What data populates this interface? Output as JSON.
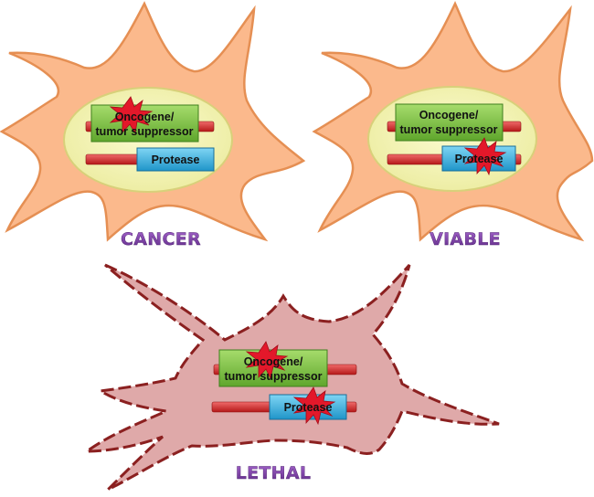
{
  "colors": {
    "viable_cell_fill": "#fbb98c",
    "viable_cell_stroke": "#e58f53",
    "nucleus_fill": "#f3f2a2",
    "lethal_cell_fill": "#d99a9a",
    "lethal_cell_stroke": "#8b2020",
    "chromosome_bar": "#d62a2a",
    "oncogene_box": "#7cc242",
    "protease_box": "#43b9e4",
    "mutation_star": "#e3182a",
    "caption_color": "#7b3a9e"
  },
  "panels": [
    {
      "id": "cancer",
      "caption": "CANCER",
      "oncogene_label_1": "Oncogene/",
      "oncogene_label_2": "tumor suppressor",
      "protease_label": "Protease",
      "oncogene_mutated": true,
      "protease_mutated": false
    },
    {
      "id": "viable",
      "caption": "VIABLE",
      "oncogene_label_1": "Oncogene/",
      "oncogene_label_2": "tumor suppressor",
      "protease_label": "Protease",
      "oncogene_mutated": false,
      "protease_mutated": true
    },
    {
      "id": "lethal",
      "caption": "LETHAL",
      "oncogene_label_1": "Oncogene/",
      "oncogene_label_2": "tumor suppressor",
      "protease_label": "Protease",
      "oncogene_mutated": true,
      "protease_mutated": true
    }
  ]
}
